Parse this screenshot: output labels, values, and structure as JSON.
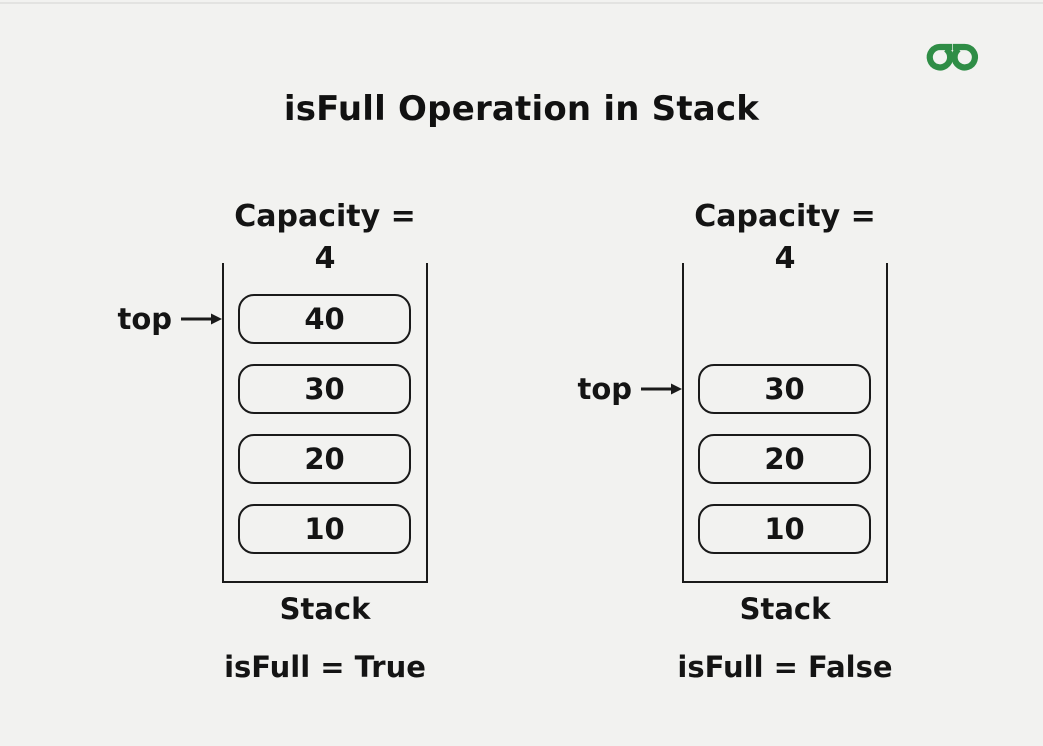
{
  "header": {
    "title": "isFull Operation in Stack",
    "logo": {
      "icon": "geeksforgeeks-logo",
      "brand_color": "#2f8d46"
    }
  },
  "colors": {
    "background": "#f2f2f0",
    "line": "#1a1a1a",
    "text": "#111111"
  },
  "stacks": [
    {
      "capacity_label": "Capacity = 4",
      "pointer_label": "top",
      "pointer_item": "40",
      "items": [
        "40",
        "30",
        "20",
        "10"
      ],
      "caption": "Stack",
      "result": "isFull = True"
    },
    {
      "capacity_label": "Capacity = 4",
      "pointer_label": "top",
      "pointer_item": "30",
      "items": [
        "30",
        "20",
        "10"
      ],
      "caption": "Stack",
      "result": "isFull = False"
    }
  ]
}
